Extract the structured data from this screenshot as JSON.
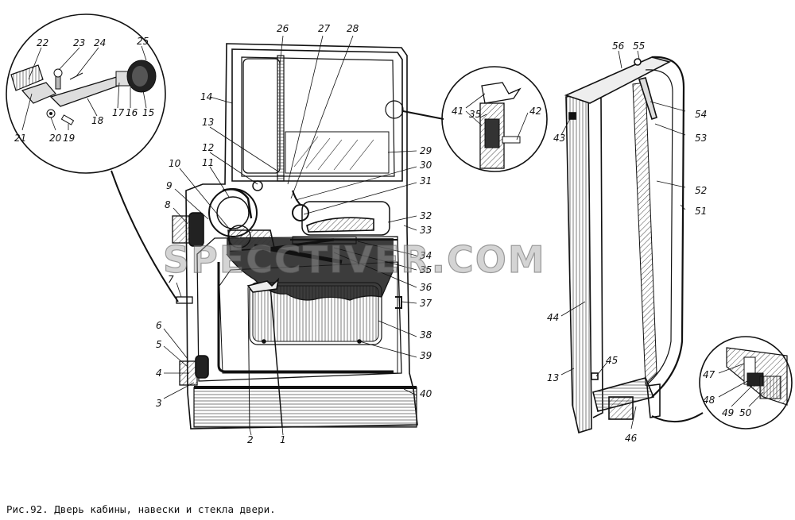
{
  "figure": {
    "caption": "Рис.92. Дверь кабины, навески и стекла двери.",
    "watermark": "SPECCTIVER.COM"
  },
  "door_callouts": [
    "1",
    "2",
    "3",
    "4",
    "5",
    "6",
    "7",
    "8",
    "9",
    "10",
    "11",
    "12",
    "13",
    "14",
    "26",
    "27",
    "28",
    "29",
    "30",
    "31",
    "32",
    "33",
    "34",
    "35",
    "36",
    "37",
    "38",
    "39",
    "40"
  ],
  "detail_lock_callouts": [
    "15",
    "16",
    "17",
    "18",
    "19",
    "20",
    "21",
    "22",
    "23",
    "24",
    "25"
  ],
  "detail_seal_callouts": [
    "35",
    "41",
    "42"
  ],
  "frame_callouts": [
    "13",
    "43",
    "44",
    "45",
    "46",
    "51",
    "52",
    "53",
    "54",
    "55",
    "56"
  ],
  "detail_hinge_callouts": [
    "47",
    "48",
    "49",
    "50"
  ]
}
